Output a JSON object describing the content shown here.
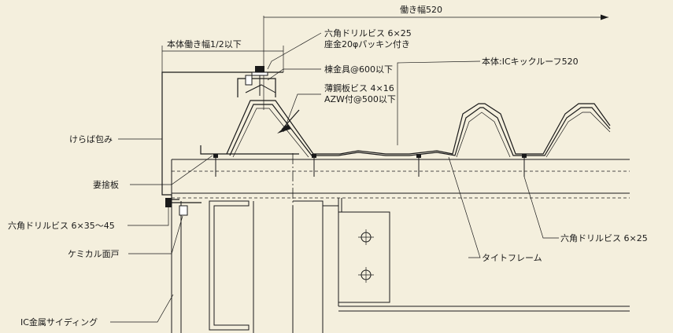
{
  "labels": {
    "working_width": "働き幅520",
    "half_width": "本体働き幅1/2以下",
    "hex_screw_top_line1": "六角ドリルビス 6×25",
    "hex_screw_top_line2": "座金20φパッキン付き",
    "ridge_fitting": "棟金具@600以下",
    "thin_steel_screw_line1": "薄鋼板ビス 4×16",
    "thin_steel_screw_line2": "AZW付@500以下",
    "main_body": "本体:ICキックルーフ520",
    "keraba": "けらば包み",
    "tsumasute": "妻捨板",
    "hex_screw_side": "六角ドリルビス 6×35～45",
    "chemical": "ケミカル面戸",
    "siding": "IC金属サイディング",
    "tight_frame": "タイトフレーム",
    "hex_screw_right": "六角ドリルビス 6×25"
  },
  "colors": {
    "background": "#f4efdd",
    "line": "#1a1a1a"
  }
}
